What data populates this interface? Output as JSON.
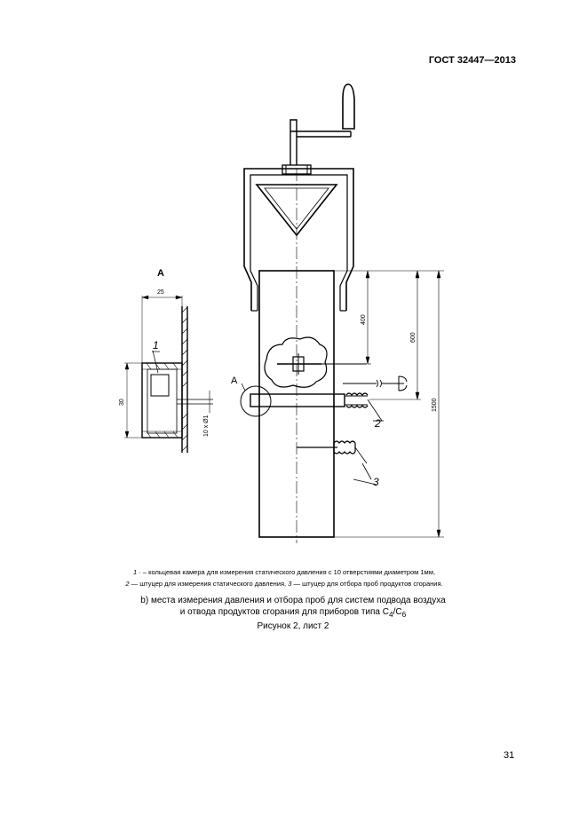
{
  "header": {
    "doc_code": "ГОСТ 32447—2013"
  },
  "drawing": {
    "detail_title": "А",
    "detail_callout": "А",
    "dim_width": "25",
    "dim_height": "30",
    "dim_holes": "10 х Ø1",
    "dim_400": "400",
    "dim_600": "600",
    "dim_1500": "1500",
    "label_1": "1",
    "label_2": "2",
    "label_3": "3"
  },
  "legend": {
    "item1_num": "1",
    "item1_text": "· – кольцевая камера для измерения статического давления с 10 отверстиями диаметром 1мм,",
    "item2_num": "2",
    "item2_text": "— штуцер для измерения статического давления,",
    "item3_num": "3",
    "item3_text": "— штуцер для отбора проб продуктов сгорания."
  },
  "caption": {
    "line1": "b) места измерения давления и отбора проб для систем подвода воздуха",
    "line2_prefix": "и отвода продуктов сгорания для приборов типа С",
    "sub1": "4",
    "slash": "/С",
    "sub2": "6"
  },
  "figure_label": "Рисунок 2, лист 2",
  "page_number": "31"
}
